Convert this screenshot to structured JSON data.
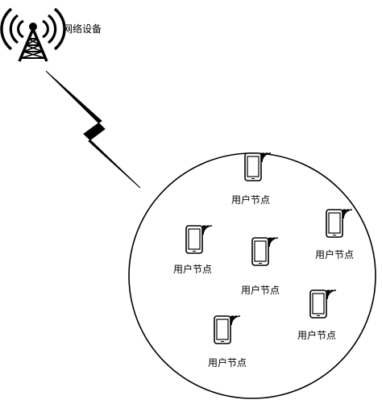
{
  "network_device": {
    "label": "网络设备",
    "icon": "cell-tower-icon"
  },
  "link": {
    "icon": "lightning-bolt-icon"
  },
  "user_nodes": [
    {
      "label": "用户节点",
      "icon": "mobile-phone-icon"
    },
    {
      "label": "用户节点",
      "icon": "mobile-phone-icon"
    },
    {
      "label": "用户节点",
      "icon": "mobile-phone-icon"
    },
    {
      "label": "用户节点",
      "icon": "mobile-phone-icon"
    },
    {
      "label": "用户节点",
      "icon": "mobile-phone-icon"
    },
    {
      "label": "用户节点",
      "icon": "mobile-phone-icon"
    }
  ],
  "colors": {
    "stroke": "#000000",
    "background": "#ffffff"
  }
}
